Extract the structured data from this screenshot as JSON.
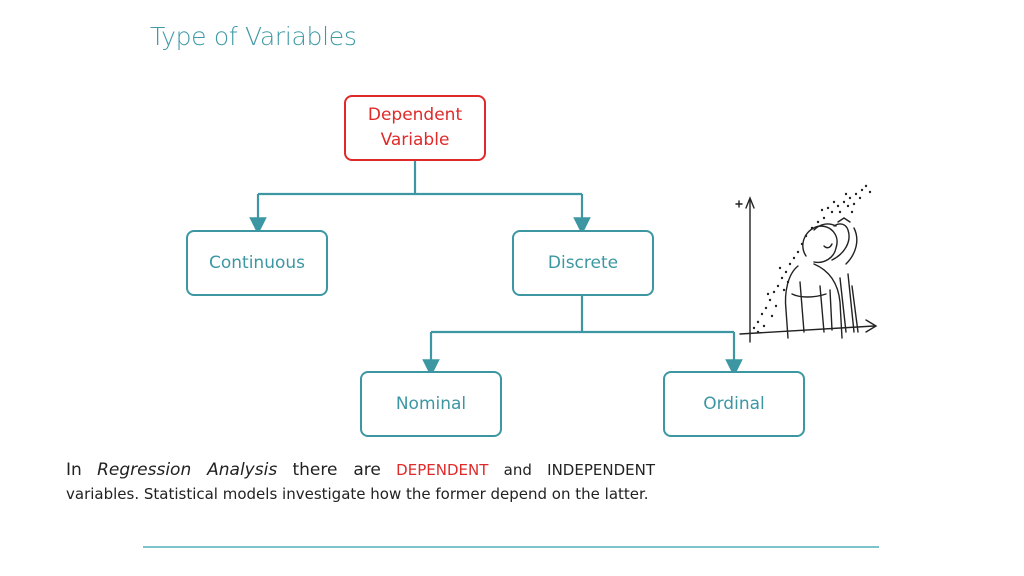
{
  "title": "Type of Variables",
  "diagram": {
    "root": {
      "line1": "Dependent",
      "line2": "Variable"
    },
    "continuous": "Continuous",
    "discrete": "Discrete",
    "nominal": "Nominal",
    "ordinal": "Ordinal"
  },
  "paragraph": {
    "w1": "In",
    "w2": "Regression Analysis",
    "w3": "there are",
    "w4": "DEPENDENT",
    "w5": "and INDEPENDENT variables. Statistical models investigate how the former depend on the latter."
  },
  "colors": {
    "accent": "#3d97a3",
    "highlight": "#e02a2a"
  },
  "illustration": "person-scratching-head-scatter-plot-sketch"
}
